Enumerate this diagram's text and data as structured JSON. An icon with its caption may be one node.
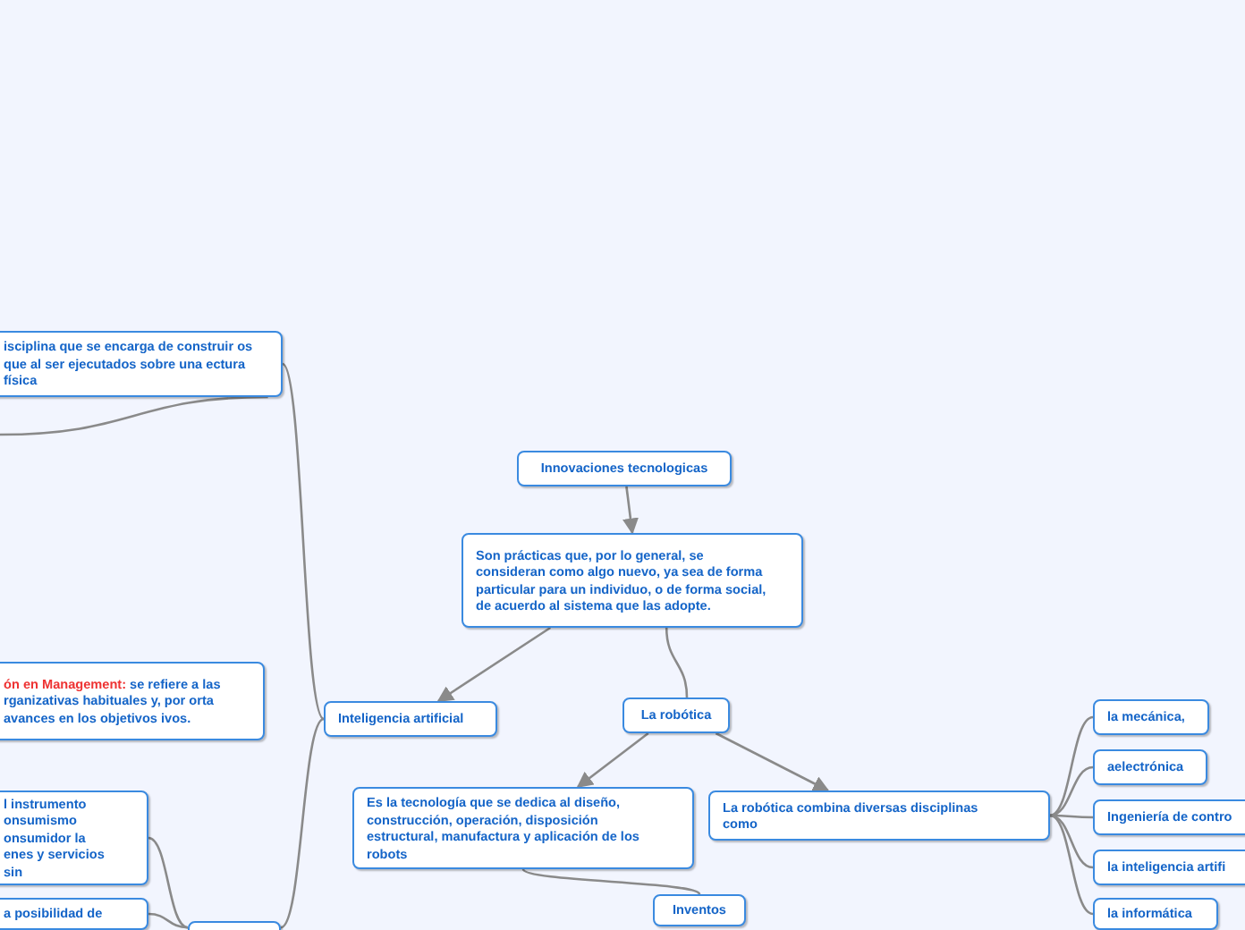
{
  "diagram": {
    "nodes": [
      {
        "text": [
          "Innovaciones tecnologicas"
        ]
      },
      {
        "text": [
          "Son prácticas que, por lo general, se consideran como algo nuevo, ya sea de forma particular para un individuo, o de forma social, de acuerdo al sistema que las adopte."
        ]
      },
      {
        "text": [
          "Inteligencia artificial"
        ]
      },
      {
        "text": [
          "La robótica"
        ]
      },
      {
        "text": [
          "Es la tecnología que se dedica al diseño, construcción, operación, disposición estructural, manufactura y aplicación de los robots"
        ]
      },
      {
        "text": [
          "La robótica combina diversas disciplinas como"
        ]
      },
      {
        "text": [
          "la mecánica,"
        ]
      },
      {
        "text": [
          "aelectrónica"
        ]
      },
      {
        "text": [
          "Ingeniería de contro"
        ]
      },
      {
        "text": [
          "la inteligencia artifi"
        ]
      },
      {
        "text": [
          "la informática"
        ]
      },
      {
        "text": [
          "Inventos"
        ]
      },
      {
        "text": [
          "isciplina que se encarga de construir os que al ser ejecutados sobre una ectura física"
        ]
      },
      {
        "text": [
          "ón en Management:",
          "se refiere a las rganizativas habituales y, por orta avances en los objetivos ivos."
        ]
      },
      {
        "text": [
          "l instrumento onsumismo onsumidor la enes y servicios sin"
        ]
      },
      {
        "text": [
          "a posibilidad de"
        ]
      },
      {
        "text": [],
        "shape": "box"
      }
    ],
    "edges": [
      {
        "from": 0,
        "to": 1,
        "arrow": "to"
      },
      {
        "from": 1,
        "to": 2,
        "arrow": "to"
      },
      {
        "from": 1,
        "to": 3,
        "arrow": "none"
      },
      {
        "from": 3,
        "to": 4,
        "arrow": "to"
      },
      {
        "from": 3,
        "to": 5,
        "arrow": "to"
      },
      {
        "from": 5,
        "to": 6,
        "arrow": "none"
      },
      {
        "from": 5,
        "to": 7,
        "arrow": "none"
      },
      {
        "from": 5,
        "to": 8,
        "arrow": "none"
      },
      {
        "from": 5,
        "to": 9,
        "arrow": "none"
      },
      {
        "from": 5,
        "to": 10,
        "arrow": "none"
      },
      {
        "from": 4,
        "to": 11,
        "arrow": "none"
      },
      {
        "from": 2,
        "to": 12,
        "arrow": "none"
      },
      {
        "from": 2,
        "to": 16,
        "arrow": "none"
      },
      {
        "from": 16,
        "to": 14,
        "arrow": "none"
      },
      {
        "from": 16,
        "to": 15,
        "arrow": "none"
      },
      {
        "from": 12,
        "to": null,
        "arrow": "none"
      }
    ]
  }
}
